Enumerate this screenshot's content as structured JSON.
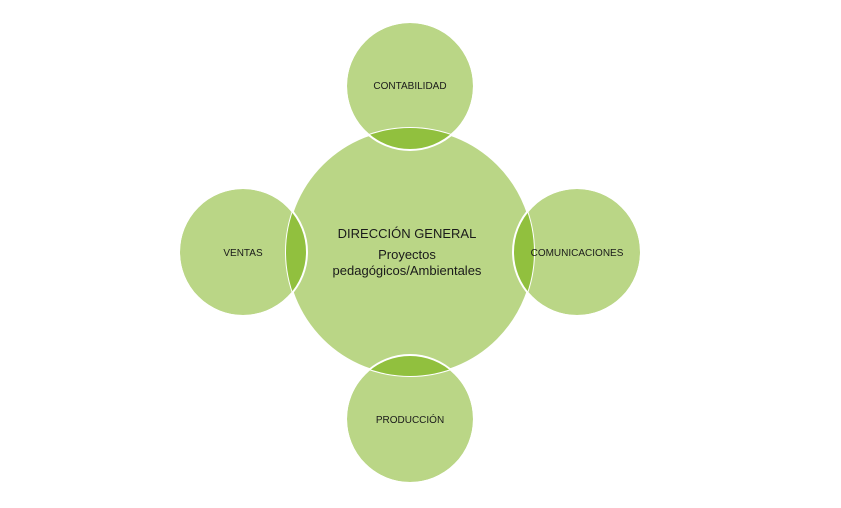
{
  "diagram": {
    "center": {
      "title": "DIRECCIÓN GENERAL",
      "subtitle_line1": "Proyectos",
      "subtitle_line2": "pedagógicos/Ambientales"
    },
    "nodes": {
      "top": "CONTABILIDAD",
      "right": "COMUNICACIONES",
      "bottom": "PRODUCCIÓN",
      "left": "VENTAS"
    },
    "colors": {
      "circle_fill": "#bad686",
      "overlap_fill": "#91c03e",
      "stroke": "#ffffff"
    }
  }
}
